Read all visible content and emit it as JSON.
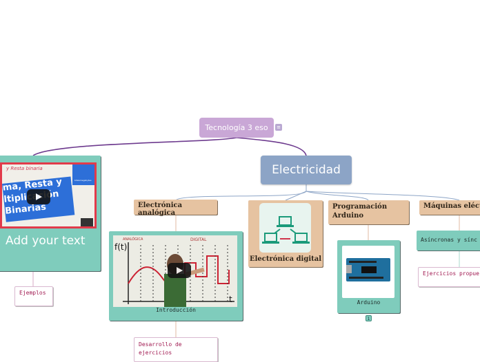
{
  "central": {
    "label": "Tecnología 3 eso"
  },
  "main_topic": {
    "label": "Electricidad"
  },
  "left_card": {
    "title": "Add your text",
    "thumb_caption_lines": [
      "ma, Resta y",
      "ltiplicación",
      "Binarias"
    ],
    "thumb_handwriting": "y Resta binaria",
    "logo_text": "bits&megabytes"
  },
  "ejemplos": {
    "label": "Ejemplos"
  },
  "analog": {
    "label": "Electrónica analógica",
    "video_caption": "Introducción",
    "video_axis_y": "f(t)",
    "video_axis_x": "t",
    "video_header_left": "ANALÓGICA",
    "video_header_right": "DIGITAL"
  },
  "desarrollo": {
    "label": "Desarrollo de ejercicios"
  },
  "digital": {
    "label": "Electrónica digital"
  },
  "arduino_topic": {
    "label": "Programación Arduino"
  },
  "arduino_card": {
    "caption": "Arduino",
    "badge": "1"
  },
  "maquinas": {
    "label": "Máquinas eléctr"
  },
  "asincronas": {
    "label": "Asíncronas y sínc"
  },
  "ejercicios_prop": {
    "label": "Ejercicios propue"
  },
  "colors": {
    "central": "#c9a7d6",
    "main_topic": "#8ca4c6",
    "subtopic": "#e6c3a1",
    "card": "#7fccbc",
    "link_text": "#a01850",
    "connector_top": "#6d3a8e"
  }
}
